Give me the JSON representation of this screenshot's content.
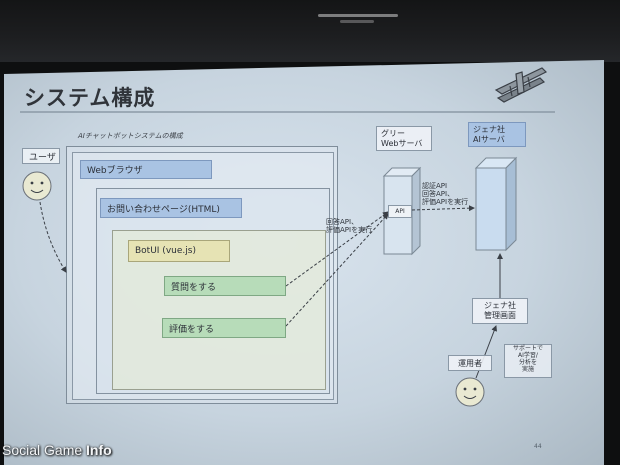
{
  "slide": {
    "title": "システム構成",
    "caption": "AIチャットボットシステムの構成",
    "page_number": "44"
  },
  "diagram": {
    "user_label": "ユーザ",
    "browser_label": "Webブラウザ",
    "inquiry_page_label": "お問い合わせページ(HTML)",
    "botui_label": "BotUI (vue.js)",
    "ask_label": "質問をする",
    "rate_label": "評価をする",
    "gree_server": {
      "line1": "グリー",
      "line2": "Webサーバ"
    },
    "jena_server": {
      "line1": "ジェナ社",
      "line2": "AIサーバ"
    },
    "api_label": "API",
    "browser_note": {
      "line1": "回答API、",
      "line2": "評価APIを実行"
    },
    "server_note": {
      "line1": "認証API",
      "line2": "回答API、",
      "line3": "評価APIを実行"
    },
    "admin_panel": {
      "line1": "ジェナ社",
      "line2": "管理画面"
    },
    "operator_label": "運用者",
    "support_note": {
      "line1": "サポートで",
      "line2": "AI学習/",
      "line3": "分析を",
      "line4": "実施"
    }
  },
  "watermark": {
    "prefix": "Social Game ",
    "suffix": "Info"
  },
  "colors": {
    "blue_label": "#a9c3e3",
    "yellow_label": "#e6e3b4",
    "green_label": "#b7dcb9",
    "server_fill": "#c9dcef"
  }
}
